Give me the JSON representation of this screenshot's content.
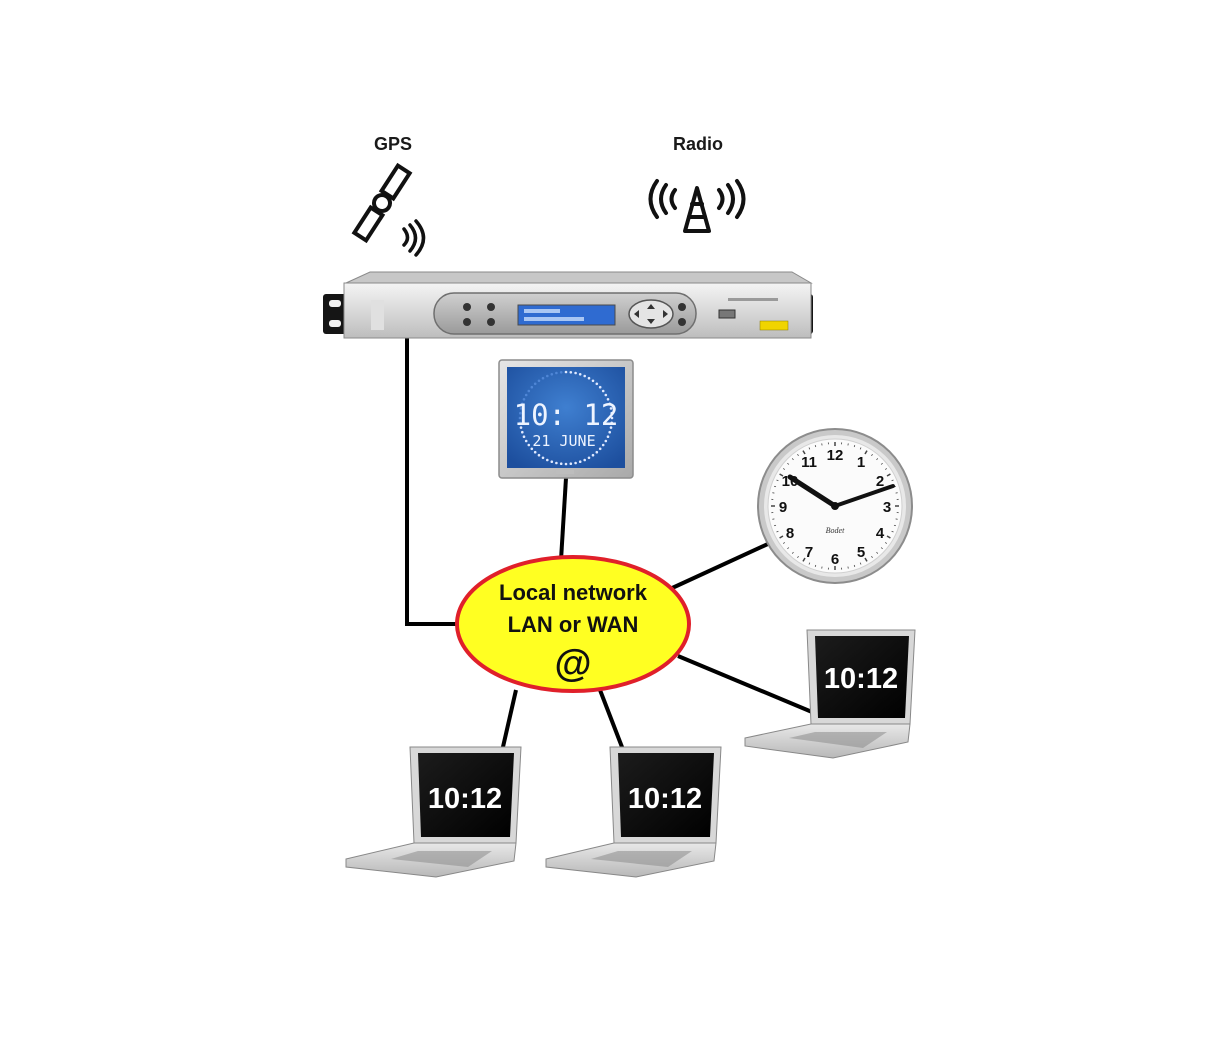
{
  "labels": {
    "gps": "GPS",
    "radio": "Radio"
  },
  "network": {
    "line1": "Local network",
    "line2": "LAN or WAN",
    "symbol": "@"
  },
  "digital_clock": {
    "time": "10: 12",
    "date": "21 JUNE"
  },
  "analog_clock": {
    "numbers": [
      "12",
      "1",
      "2",
      "3",
      "4",
      "5",
      "6",
      "7",
      "8",
      "9",
      "10",
      "11"
    ],
    "brand": "Bodet"
  },
  "laptops": [
    {
      "time": "10:12"
    },
    {
      "time": "10:12"
    },
    {
      "time": "10:12"
    }
  ],
  "icons": {
    "gps": "satellite-icon",
    "radio": "radio-tower-icon"
  },
  "colors": {
    "network_fill": "#ffff22",
    "network_stroke": "#e0202a",
    "digital_clock_screen": "#2a63b8",
    "link_line": "#000000"
  }
}
